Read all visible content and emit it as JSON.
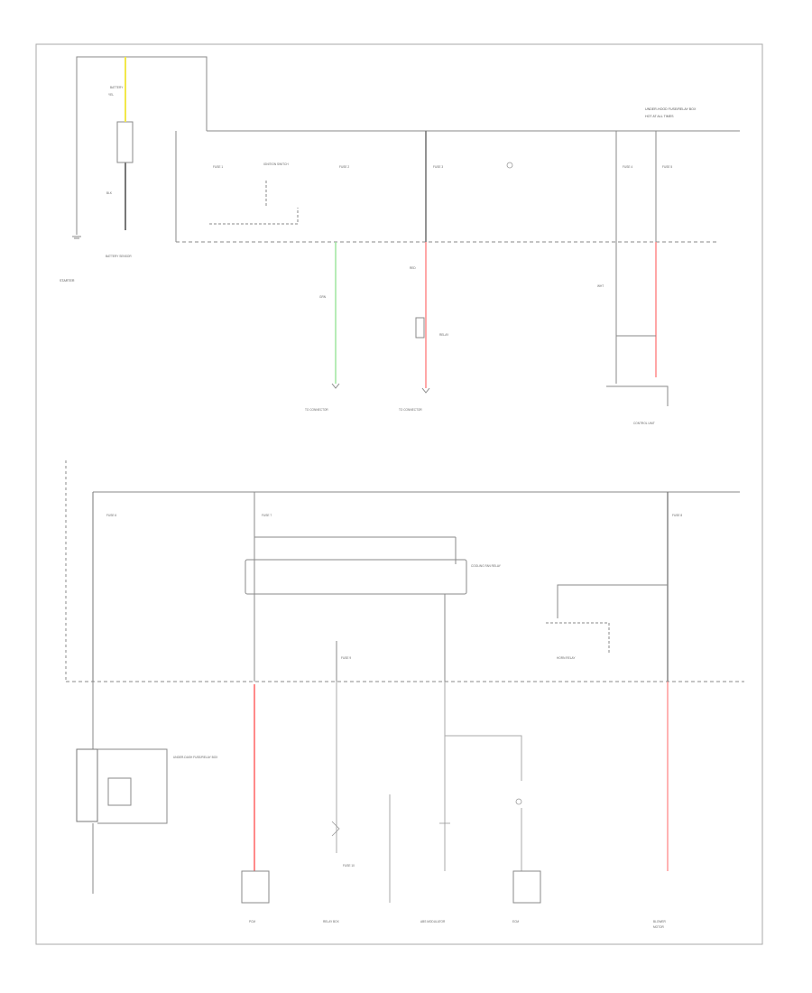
{
  "colors": {
    "wire": "#8a8a8a",
    "wire_dark": "#777777",
    "wire_red": "#ff8a8a",
    "wire_green": "#9fe59f",
    "wire_yellow": "#f2e84a",
    "background": "#ffffff"
  },
  "labels": {
    "starter": "STARTER",
    "hot_at_all_times": "HOT AT ALL TIMES",
    "fuse_box": "UNDER-HOOD FUSE/RELAY BOX",
    "under_dash_box": "UNDER-DASH FUSE/RELAY BOX",
    "fuse_a": "FUSE 1",
    "fuse_b": "FUSE 2",
    "fuse_c": "FUSE 3",
    "fuse_d": "FUSE 4",
    "fuse_e": "FUSE 5",
    "fuse_f": "FUSE 6",
    "fuse_g": "FUSE 7",
    "fuse_h": "FUSE 8",
    "fuse_i": "FUSE 9",
    "fuse_j": "FUSE 10",
    "ign_switch": "IGNITION SWITCH",
    "battery_terminal": "BATTERY",
    "battery_sensor": "BATTERY SENSOR",
    "to_connector_1": "TO CONNECTOR",
    "to_connector_2": "TO CONNECTOR",
    "relay_label": "RELAY",
    "control_unit": "CONTROL UNIT",
    "cooling_fan": "COOLING FAN RELAY",
    "horn_relay": "HORN RELAY",
    "pcm": "PCM",
    "ecm": "ECM",
    "relay_box": "RELAY BOX",
    "abs_modulator": "ABS MODULATOR",
    "blower": "BLOWER",
    "motor": "MOTOR",
    "wire_blk": "BLK",
    "wire_wht": "WHT",
    "wire_red": "RED",
    "wire_grn": "GRN",
    "wire_yel": "YEL"
  },
  "icons": {
    "ground": "ground-icon",
    "fuse": "fuse-icon",
    "relay": "relay-icon",
    "connector": "connector-icon"
  }
}
